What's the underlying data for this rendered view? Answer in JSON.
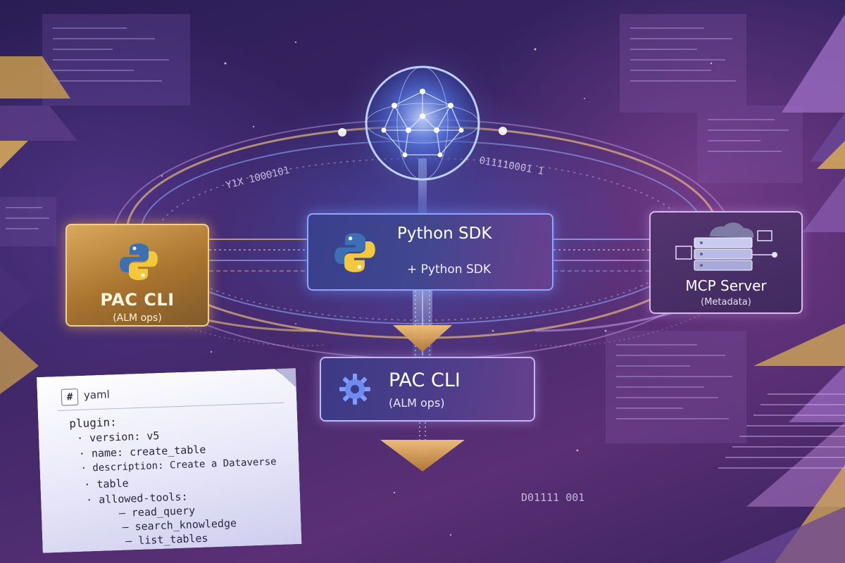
{
  "nodes": {
    "pac_cli_left": {
      "title": "PAC CLI",
      "subtitle": "(ALM ops)"
    },
    "python_sdk": {
      "title": "Python SDK",
      "subtitle": "+ Python SDK"
    },
    "mcp_server": {
      "title": "MCP Server",
      "subtitle": "(Metadata)"
    },
    "pac_cli_center": {
      "title": "PAC CLI",
      "subtitle": "(ALM ops)"
    }
  },
  "yaml_card": {
    "lang_icon": "#",
    "lang_label": "yaml",
    "lines": [
      "plugin:",
      "· version: v5",
      "· name: create_table",
      "· description: Create a Dataverse",
      "· table",
      "· allowed-tools:",
      "– read_query",
      "– search_knowledge",
      "– list_tables"
    ]
  },
  "binary_text": {
    "upper_left": "Y1X 1000101",
    "upper_right": "011110001 1",
    "lower_right": "D01111 001"
  },
  "icons": {
    "neural_globe": "neural-network-globe-icon",
    "python_logo": "python-logo-icon",
    "server": "server-rack-icon",
    "gear": "gear-icon"
  },
  "colors": {
    "gold": "#d9a95b",
    "blue_glow": "#7fa2ff",
    "purple": "#5a2f75",
    "python_blue": "#3d6fb5",
    "python_yellow": "#f3c83a"
  }
}
